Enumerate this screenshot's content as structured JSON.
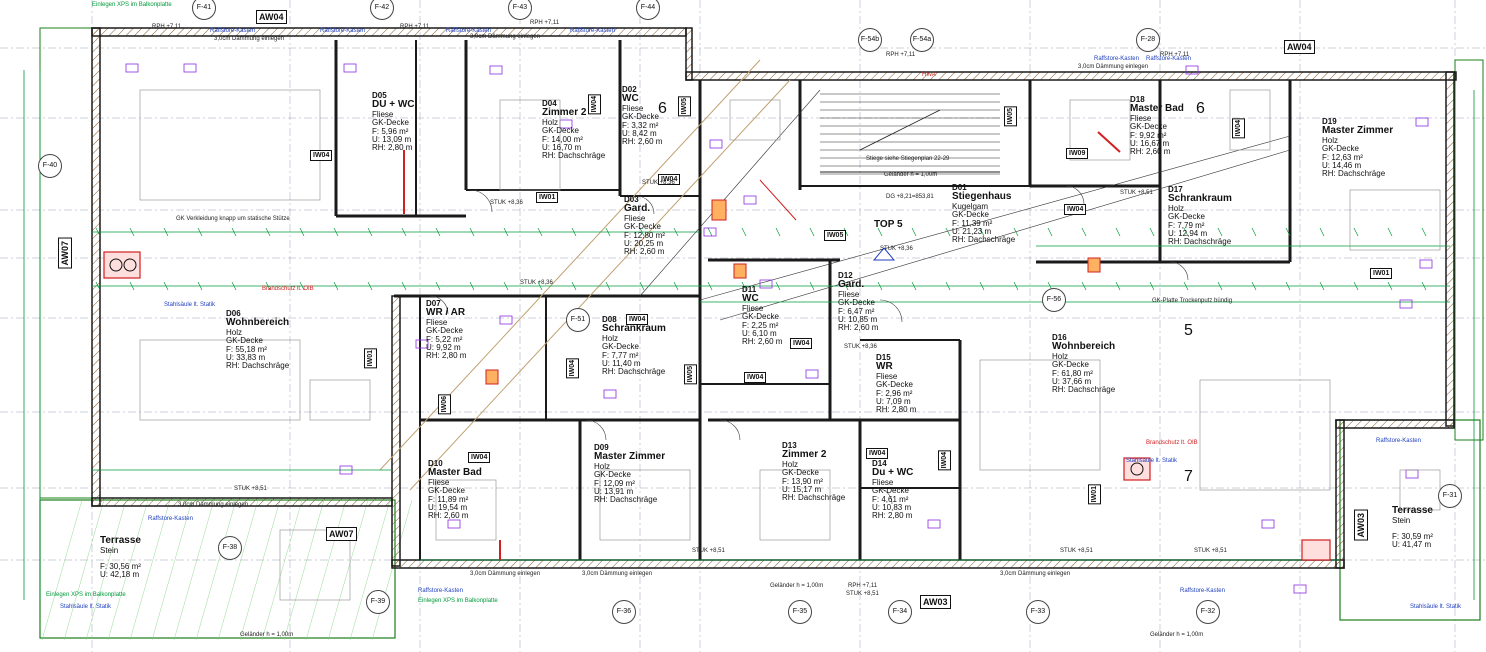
{
  "rooms": [
    {
      "id": "D05",
      "name": "DU + WC",
      "lines": [
        "Fliese",
        "GK-Decke",
        "F: 5,96 m²",
        "U: 13,09 m",
        "RH: 2,80 m"
      ]
    },
    {
      "id": "D04",
      "name": "Zimmer 2",
      "lines": [
        "Holz",
        "GK-Decke",
        "F: 14,00 m²",
        "U: 16,70 m",
        "RH: Dachschräge"
      ]
    },
    {
      "id": "D02",
      "name": "WC",
      "lines": [
        "Fliese",
        "GK-Decke",
        "F: 3,32 m²",
        "U: 8,42 m",
        "RH: 2,60 m"
      ]
    },
    {
      "id": "D03",
      "name": "Gard.",
      "lines": [
        "Fliese",
        "GK-Decke",
        "F: 12,80 m²",
        "U: 20,25 m",
        "RH: 2,60 m"
      ]
    },
    {
      "id": "D01",
      "name": "Stiegenhaus",
      "lines": [
        "Kugelgam",
        "GK-Decke",
        "F: 11,39 m²",
        "U: 21,23 m",
        "RH: Dachschräge"
      ]
    },
    {
      "id": "D18",
      "name": "Master Bad",
      "lines": [
        "Fliese",
        "GK-Decke",
        "F: 9,92 m²",
        "U: 16,67 m",
        "RH: 2,60 m"
      ]
    },
    {
      "id": "D17",
      "name": "Schrankraum",
      "lines": [
        "Holz",
        "GK-Decke",
        "F: 7,79 m²",
        "U: 12,94 m",
        "RH: Dachschräge"
      ]
    },
    {
      "id": "D19",
      "name": "Master Zimmer",
      "lines": [
        "Holz",
        "GK-Decke",
        "F: 12,63 m²",
        "U: 14,46 m",
        "RH: Dachschräge"
      ]
    },
    {
      "id": "D06",
      "name": "Wohnbereich",
      "lines": [
        "Holz",
        "GK-Decke",
        "F: 55,18 m²",
        "U: 33,83 m",
        "RH: Dachschräge"
      ]
    },
    {
      "id": "D07",
      "name": "WR / AR",
      "lines": [
        "Fliese",
        "GK-Decke",
        "F: 5,22 m²",
        "U: 9,92 m",
        "RH: 2,80 m"
      ]
    },
    {
      "id": "D08",
      "name": "Schrankraum",
      "lines": [
        "Holz",
        "GK-Decke",
        "F: 7,77 m²",
        "U: 11,40 m",
        "RH: Dachschräge"
      ]
    },
    {
      "id": "D11",
      "name": "WC",
      "lines": [
        "Fliese",
        "GK-Decke",
        "F: 2,25 m²",
        "U: 6,10 m",
        "RH: 2,60 m"
      ]
    },
    {
      "id": "D12",
      "name": "Gard.",
      "lines": [
        "Fliese",
        "GK-Decke",
        "F: 6,47 m²",
        "U: 10,85 m",
        "RH: 2,60 m"
      ]
    },
    {
      "id": "D15",
      "name": "WR",
      "lines": [
        "Fliese",
        "GK-Decke",
        "F: 2,96 m²",
        "U: 7,09 m",
        "RH: 2,80 m"
      ]
    },
    {
      "id": "D16",
      "name": "Wohnbereich",
      "lines": [
        "Holz",
        "GK-Decke",
        "F: 61,80 m²",
        "U: 37,66 m",
        "RH: Dachschräge"
      ]
    },
    {
      "id": "D10",
      "name": "Master Bad",
      "lines": [
        "Fliese",
        "GK-Decke",
        "F: 11,89 m²",
        "U: 19,54 m",
        "RH: 2,60 m"
      ]
    },
    {
      "id": "D09",
      "name": "Master Zimmer",
      "lines": [
        "Holz",
        "GK-Decke",
        "F: 12,09 m²",
        "U: 13,91 m",
        "RH: Dachschräge"
      ]
    },
    {
      "id": "D13",
      "name": "Zimmer 2",
      "lines": [
        "Holz",
        "GK-Decke",
        "F: 13,90 m²",
        "U: 15,17 m",
        "RH: Dachschräge"
      ]
    },
    {
      "id": "D14",
      "name": "Du + WC",
      "lines": [
        "Fliese",
        "GK-Decke",
        "F: 4,61 m²",
        "U: 10,83 m",
        "RH: 2,80 m"
      ]
    }
  ],
  "terraces": [
    {
      "name": "Terrasse",
      "material": "Stein",
      "area": "F: 30,56 m²",
      "perimeter": "U: 42,18 m"
    },
    {
      "name": "Terrasse",
      "material": "Stein",
      "area": "F: 30,59 m²",
      "perimeter": "U: 41,47 m"
    }
  ],
  "top_label": "TOP 5",
  "wall_tags": {
    "aw": [
      "AW04",
      "AW04",
      "AW07",
      "AW07",
      "AW03",
      "AW03"
    ],
    "iw01": "IW01",
    "iw04": "IW04",
    "iw05": "IW05",
    "iw06": "IW06",
    "iw09": "IW09"
  },
  "axis_bubbles": {
    "top": [
      "F-41",
      "F-42",
      "F-43",
      "F-44",
      "F-54b",
      "F-54a",
      "F-28"
    ],
    "bottom": [
      "F-36",
      "F-35",
      "F-34",
      "F-33",
      "F-32",
      "F-38"
    ],
    "side": [
      "F-40",
      "F-31",
      "F-56",
      "F-51",
      "F-39"
    ]
  },
  "notes": {
    "stiege": "Stiege siehe Stiegenplan 22-29",
    "gelaender": "Geländer h = 1,00m",
    "daemmung": "3,0cm Dämmung einlegen",
    "raffstore": "Raffstore-Kasten",
    "xps": "Einlegen XPS im Balkonplatte",
    "stuk_a": "STUK +8,36",
    "stuk_b": "STUK +8,51",
    "rph": "RPH +7,11",
    "gk_platte": "GK-Platte Trockenputz bündig",
    "gk_verkleidung": "GK Verkleidung knapp um statische Stütze",
    "brandschutz": "Brandschutz lt. OIB",
    "stahlsaeule": "Stahlsäule lt. Statik",
    "dg": "DG +8,21=853,81",
    "hwa": "HWA"
  },
  "numbers": [
    "6",
    "6",
    "5",
    "7"
  ],
  "colors": {
    "wall": "#1a1a1a",
    "dim": "#009a3a",
    "sym": "#8a2be2",
    "axis": "#1f3fbf",
    "fire": "#d21f1f",
    "brick": "#b5651d",
    "terrace": "#1a7f1a"
  }
}
